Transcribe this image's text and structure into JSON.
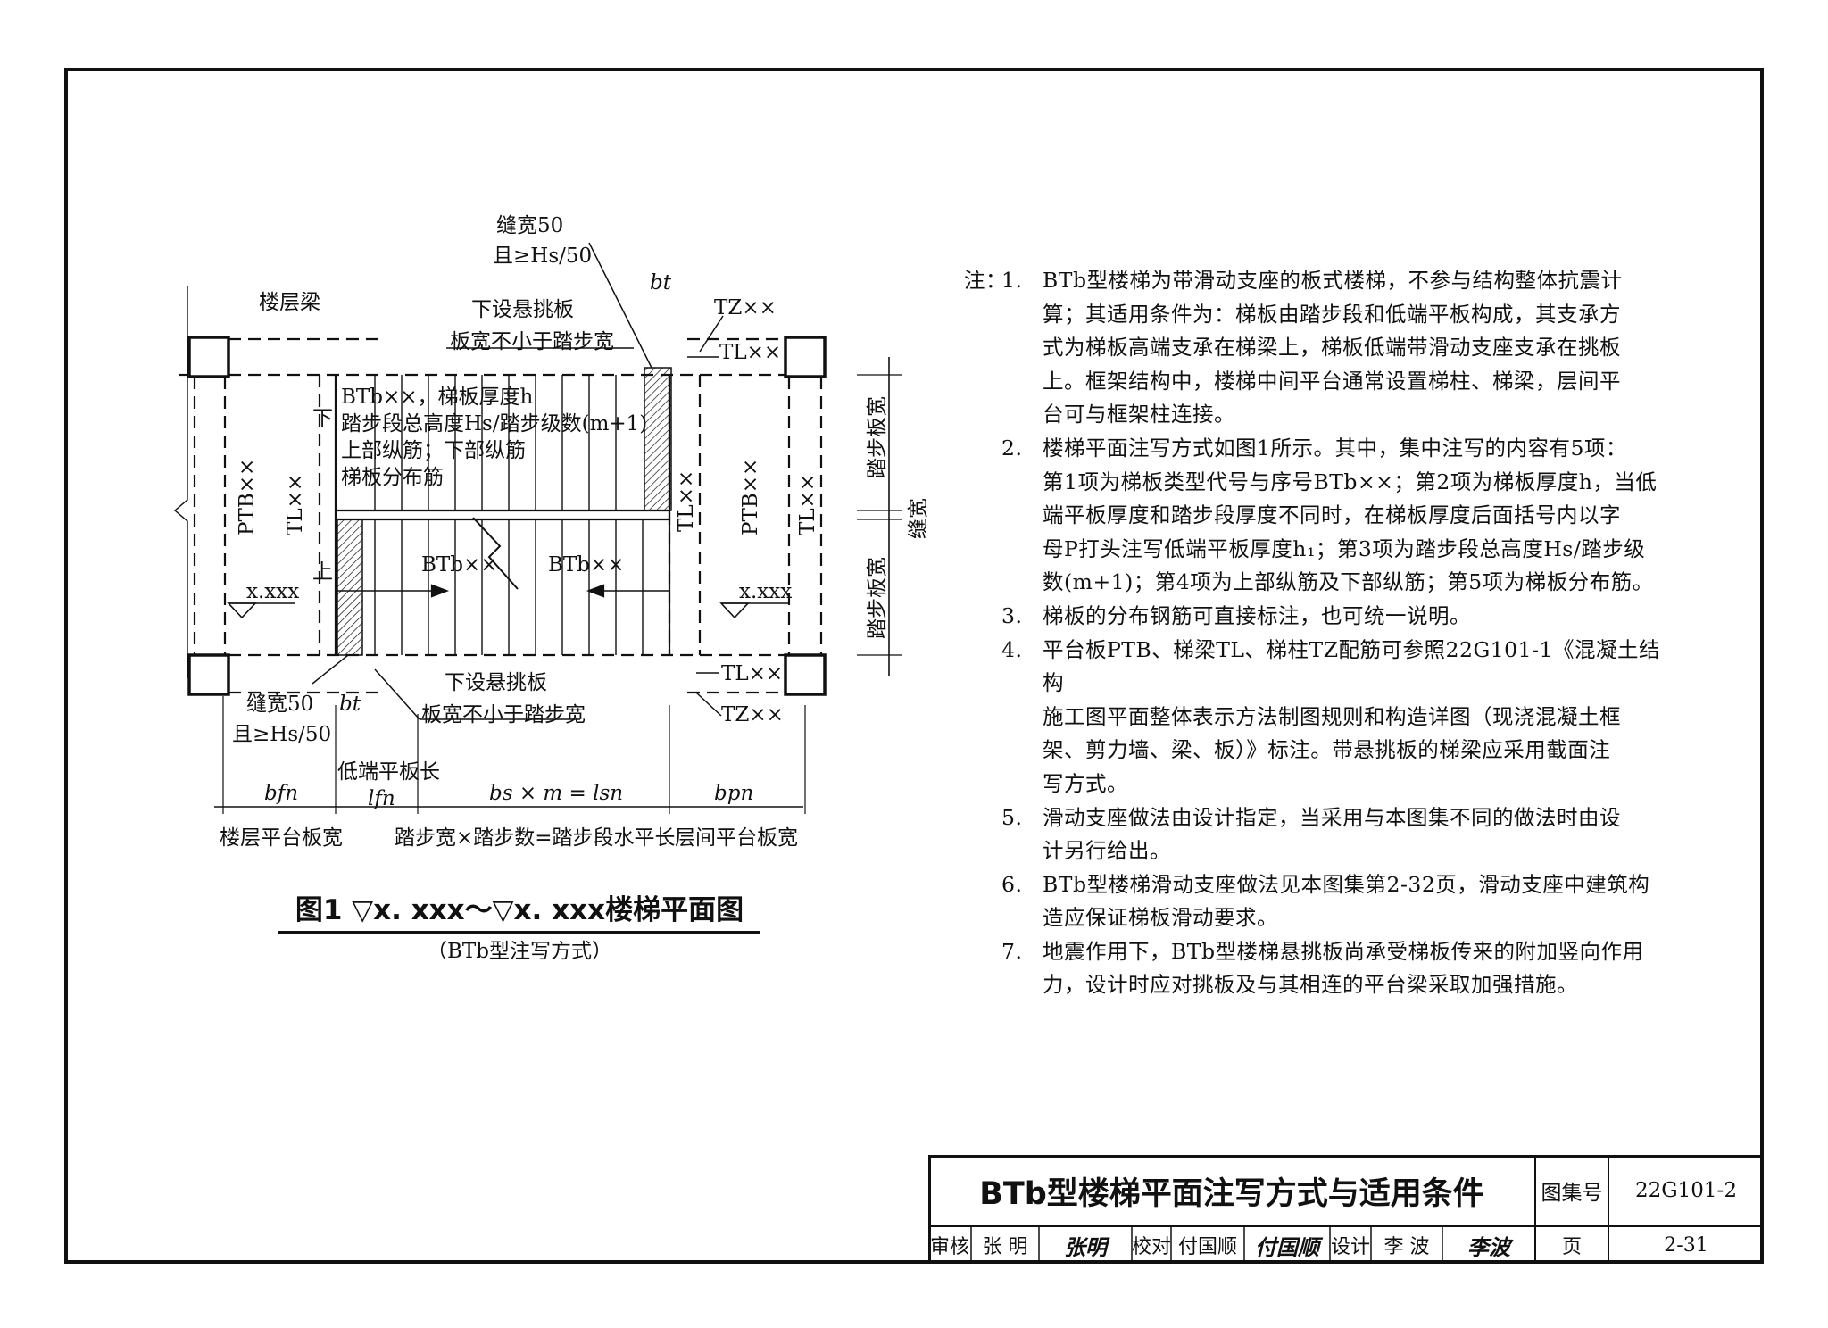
{
  "drawing": {
    "labels": {
      "gap_top_1": "缝宽50",
      "gap_top_2": "且≥Hs/50",
      "floor_beam": "楼层梁",
      "cantilever_top_1": "下设悬挑板",
      "cantilever_top_2": "板宽不小于踏步宽",
      "bt_top": "bt",
      "tz_top": "TZ××",
      "tl_top_right": "TL××",
      "note_line1": "BTb××，梯板厚度h",
      "note_line2": "踏步段总高度Hs/踏步级数(m+1)",
      "note_line3": "上部纵筋；下部纵筋",
      "note_line4": "梯板分布筋",
      "down": "下",
      "up": "上",
      "ptb_left": "PTB××",
      "tl_left": "TL××",
      "elev_left": "x.xxx",
      "ptb_right": "PTB××",
      "tl_right": "TL××",
      "tl_mid": "TL××",
      "elev_right": "x.xxx",
      "btb_left": "BTb××",
      "btb_right": "BTb××",
      "tread_width_top": "踏步板宽",
      "gap_side": "缝宽",
      "tread_width_bottom": "踏步板宽",
      "tl_bottom_right": "TL××",
      "tz_bottom": "TZ××",
      "gap_bottom_1": "缝宽50",
      "gap_bottom_2": "且≥Hs/50",
      "bt_bottom": "bt",
      "cantilever_bottom_1": "下设悬挑板",
      "cantilever_bottom_2": "板宽不小于踏步宽",
      "low_plate_len": "低端平板长",
      "dim_bfn": "bfn",
      "dim_lfn": "lfn",
      "dim_mid": "bs × m = lsn",
      "dim_bpn": "bpn",
      "floor_plate_width": "楼层平台板宽",
      "tread_formula": "踏步宽×踏步数=踏步段水平长",
      "inter_plate_width": "层间平台板宽"
    },
    "figure_title": "图1  ▽x. xxx～▽x. xxx楼梯平面图",
    "figure_subtitle": "（BTb型注写方式）"
  },
  "notes": {
    "head": "注：",
    "items": [
      {
        "num": "1.",
        "lines": [
          "BTb型楼梯为带滑动支座的板式楼梯，不参与结构整体抗震计",
          "算；其适用条件为：梯板由踏步段和低端平板构成，其支承方",
          "式为梯板高端支承在梯梁上，梯板低端带滑动支座支承在挑板",
          "上。框架结构中，楼梯中间平台通常设置梯柱、梯梁，层间平",
          "台可与框架柱连接。"
        ]
      },
      {
        "num": "2.",
        "lines": [
          "楼梯平面注写方式如图1所示。其中，集中注写的内容有5项：",
          "第1项为梯板类型代号与序号BTb××；第2项为梯板厚度h，当低",
          "端平板厚度和踏步段厚度不同时，在梯板厚度后面括号内以字",
          "母P打头注写低端平板厚度h₁；第3项为踏步段总高度Hs/踏步级",
          "数(m+1)；第4项为上部纵筋及下部纵筋；第5项为梯板分布筋。"
        ]
      },
      {
        "num": "3.",
        "lines": [
          "梯板的分布钢筋可直接标注，也可统一说明。"
        ]
      },
      {
        "num": "4.",
        "lines": [
          "平台板PTB、梯梁TL、梯柱TZ配筋可参照22G101-1《混凝土结构",
          "施工图平面整体表示方法制图规则和构造详图（现浇混凝土框",
          "架、剪力墙、梁、板）》标注。带悬挑板的梯梁应采用截面注",
          "写方式。"
        ]
      },
      {
        "num": "5.",
        "lines": [
          "滑动支座做法由设计指定，当采用与本图集不同的做法时由设",
          "计另行给出。"
        ]
      },
      {
        "num": "6.",
        "lines": [
          "BTb型楼梯滑动支座做法见本图集第2-32页，滑动支座中建筑构",
          "造应保证梯板滑动要求。"
        ]
      },
      {
        "num": "7.",
        "lines": [
          "地震作用下，BTb型楼梯悬挑板尚承受梯板传来的附加竖向作用",
          "力，设计时应对挑板及与其相连的平台梁采取加强措施。"
        ]
      }
    ]
  },
  "title_block": {
    "title": "BTb型楼梯平面注写方式与适用条件",
    "atlas_label": "图集号",
    "atlas_no": "22G101-2",
    "review_label": "审核",
    "review_name": "张 明",
    "review_sig": "张明",
    "check_label": "校对",
    "check_name": "付国顺",
    "check_sig": "付国顺",
    "design_label": "设计",
    "design_name": "李 波",
    "design_sig": "李波",
    "page_label": "页",
    "page_no": "2-31"
  }
}
